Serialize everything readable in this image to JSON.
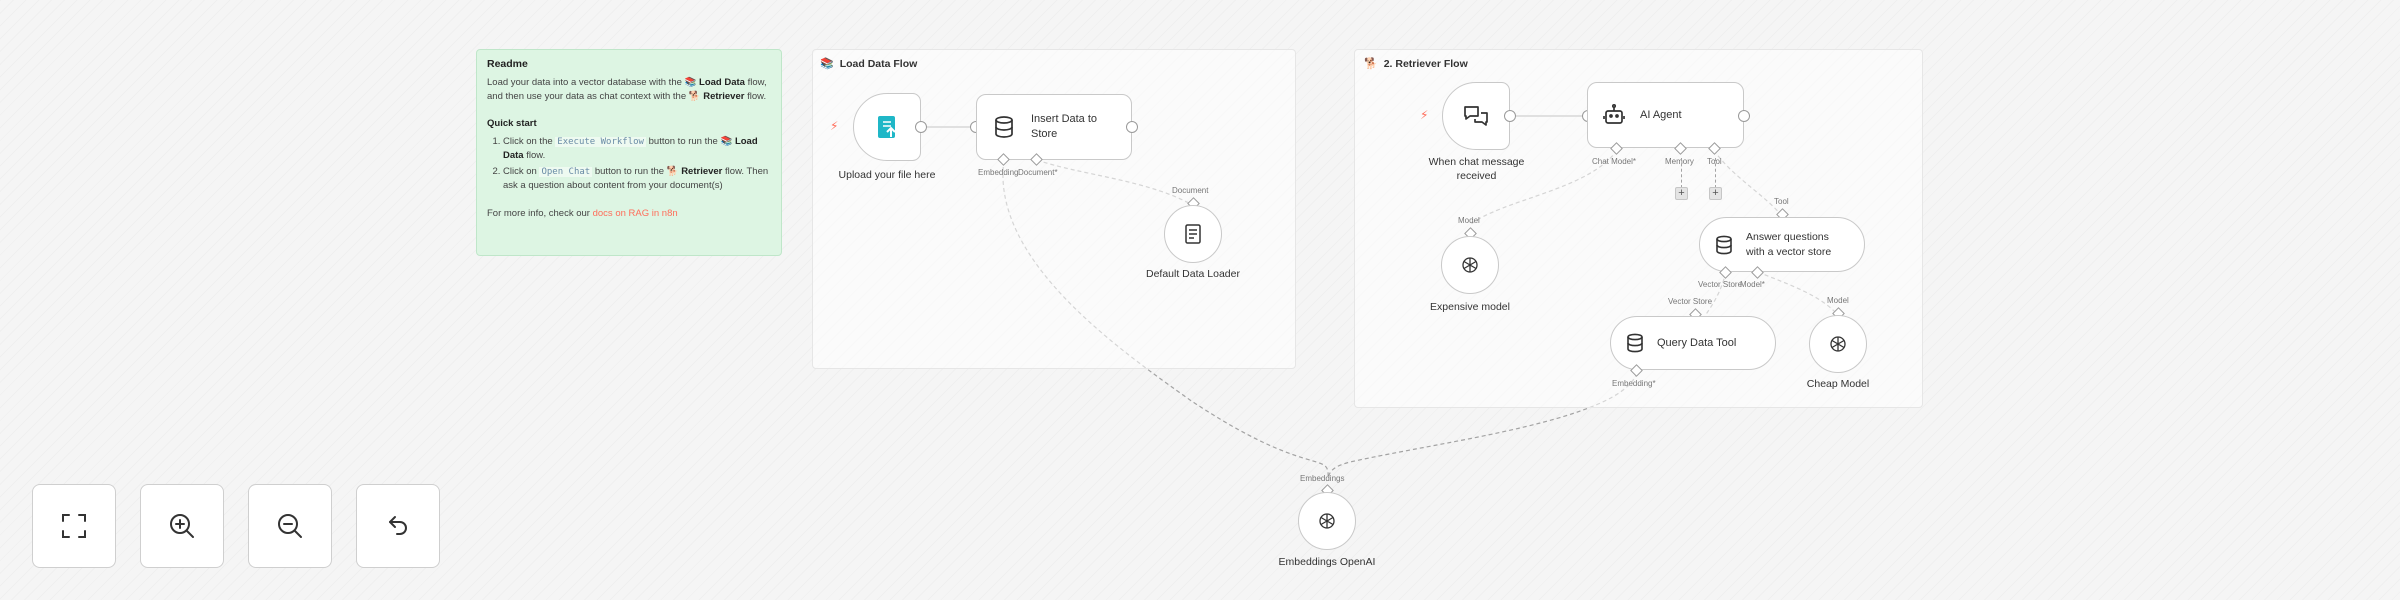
{
  "readme": {
    "title": "Readme",
    "intro_1": "Load your data into a vector database with the",
    "intro_emoji_1": "📚",
    "intro_load": "Load Data",
    "intro_2": "flow, and then use your data as chat context with the",
    "intro_emoji_2": "🐕",
    "intro_retriever": "Retriever",
    "intro_3": "flow.",
    "quick_start_title": "Quick start",
    "step1_a": "Click on the",
    "step1_code": "Execute Workflow",
    "step1_b": "button to run the",
    "step1_emoji": "📚",
    "step1_flow": "Load Data",
    "step1_c": "flow.",
    "step2_a": "Click on",
    "step2_code": "Open Chat",
    "step2_b": "button to run the",
    "step2_emoji": "🐕",
    "step2_flow": "Retriever",
    "step2_c": "flow. Then ask a question about content from your document(s)",
    "footer_a": "For more info, check our",
    "footer_link": "docs on RAG in n8n"
  },
  "groups": {
    "load": {
      "emoji": "📚",
      "title": "Load Data Flow"
    },
    "retriever": {
      "emoji": "🐕",
      "title": "2. Retriever Flow"
    }
  },
  "nodes": {
    "upload": {
      "label": "Upload your file here"
    },
    "insert": {
      "title": "Insert Data to Store",
      "port_embedding": "Embedding",
      "port_document": "Document*"
    },
    "loader": {
      "label": "Default Data Loader",
      "port_document": "Document"
    },
    "chat_trigger": {
      "label": "When chat message received"
    },
    "agent": {
      "title": "AI Agent",
      "port_chat_model": "Chat Model*",
      "port_memory": "Memory",
      "port_tool": "Tool"
    },
    "expensive": {
      "label": "Expensive model",
      "port_model": "Model"
    },
    "answer": {
      "title": "Answer questions with a vector store",
      "port_tool": "Tool",
      "port_vector_store": "Vector Store",
      "port_model": "Model*"
    },
    "query": {
      "title": "Query Data Tool",
      "port_vector_store": "Vector Store",
      "port_embedding": "Embedding*"
    },
    "cheap": {
      "label": "Cheap Model",
      "port_model": "Model"
    },
    "embeddings": {
      "label": "Embeddings OpenAI",
      "port_embeddings": "Embeddings"
    }
  },
  "controls": {
    "fit": "fit-view-icon",
    "zoom_in": "zoom-in-icon",
    "zoom_out": "zoom-out-icon",
    "reset": "reset-zoom-icon"
  },
  "colors": {
    "accent": "#ff6d5a",
    "readme_bg": "#ddf5e3",
    "node_border": "#c9c9c9",
    "file_icon": "#1fb7c7"
  }
}
